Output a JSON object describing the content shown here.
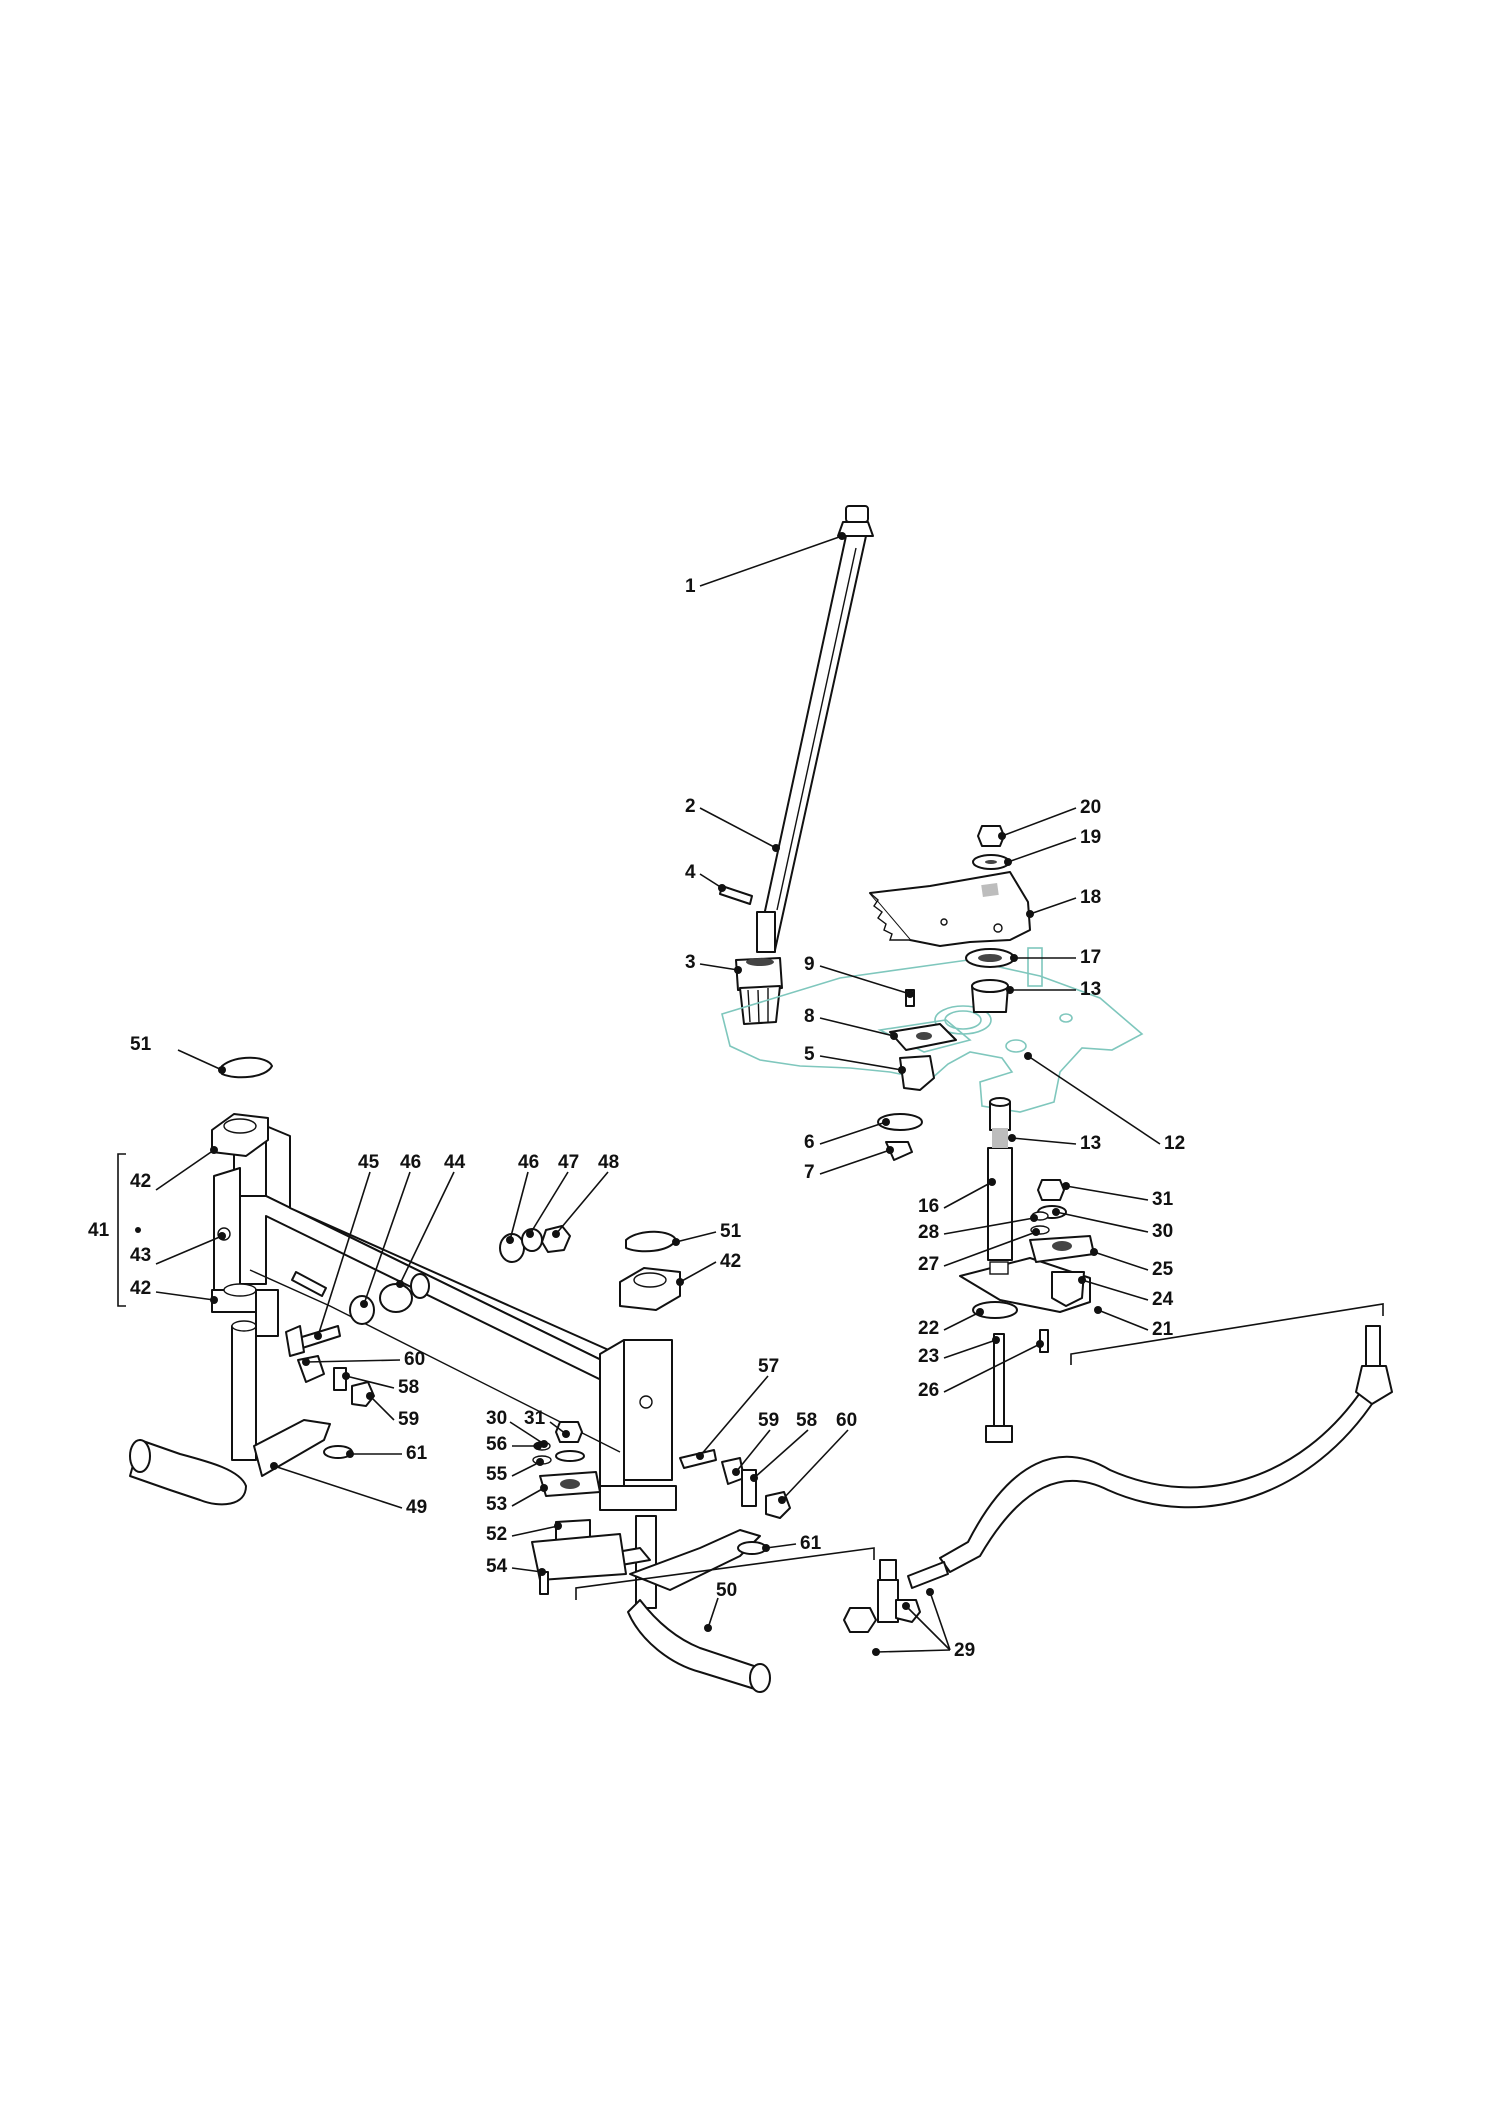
{
  "diagram": {
    "accent_colors": {
      "line": "#111111",
      "ghost_plate": "#7fc7bd",
      "background": "#ffffff"
    },
    "callouts": [
      "1",
      "2",
      "3",
      "4",
      "5",
      "6",
      "7",
      "8",
      "9",
      "12",
      "13",
      "13",
      "16",
      "17",
      "18",
      "19",
      "20",
      "21",
      "22",
      "23",
      "24",
      "25",
      "26",
      "27",
      "28",
      "29",
      "30",
      "31",
      "30",
      "31",
      "41",
      "42",
      "42",
      "42",
      "43",
      "44",
      "45",
      "46",
      "46",
      "47",
      "48",
      "49",
      "50",
      "51",
      "51",
      "52",
      "53",
      "54",
      "55",
      "56",
      "57",
      "58",
      "58",
      "59",
      "59",
      "60",
      "60",
      "61",
      "61"
    ]
  }
}
